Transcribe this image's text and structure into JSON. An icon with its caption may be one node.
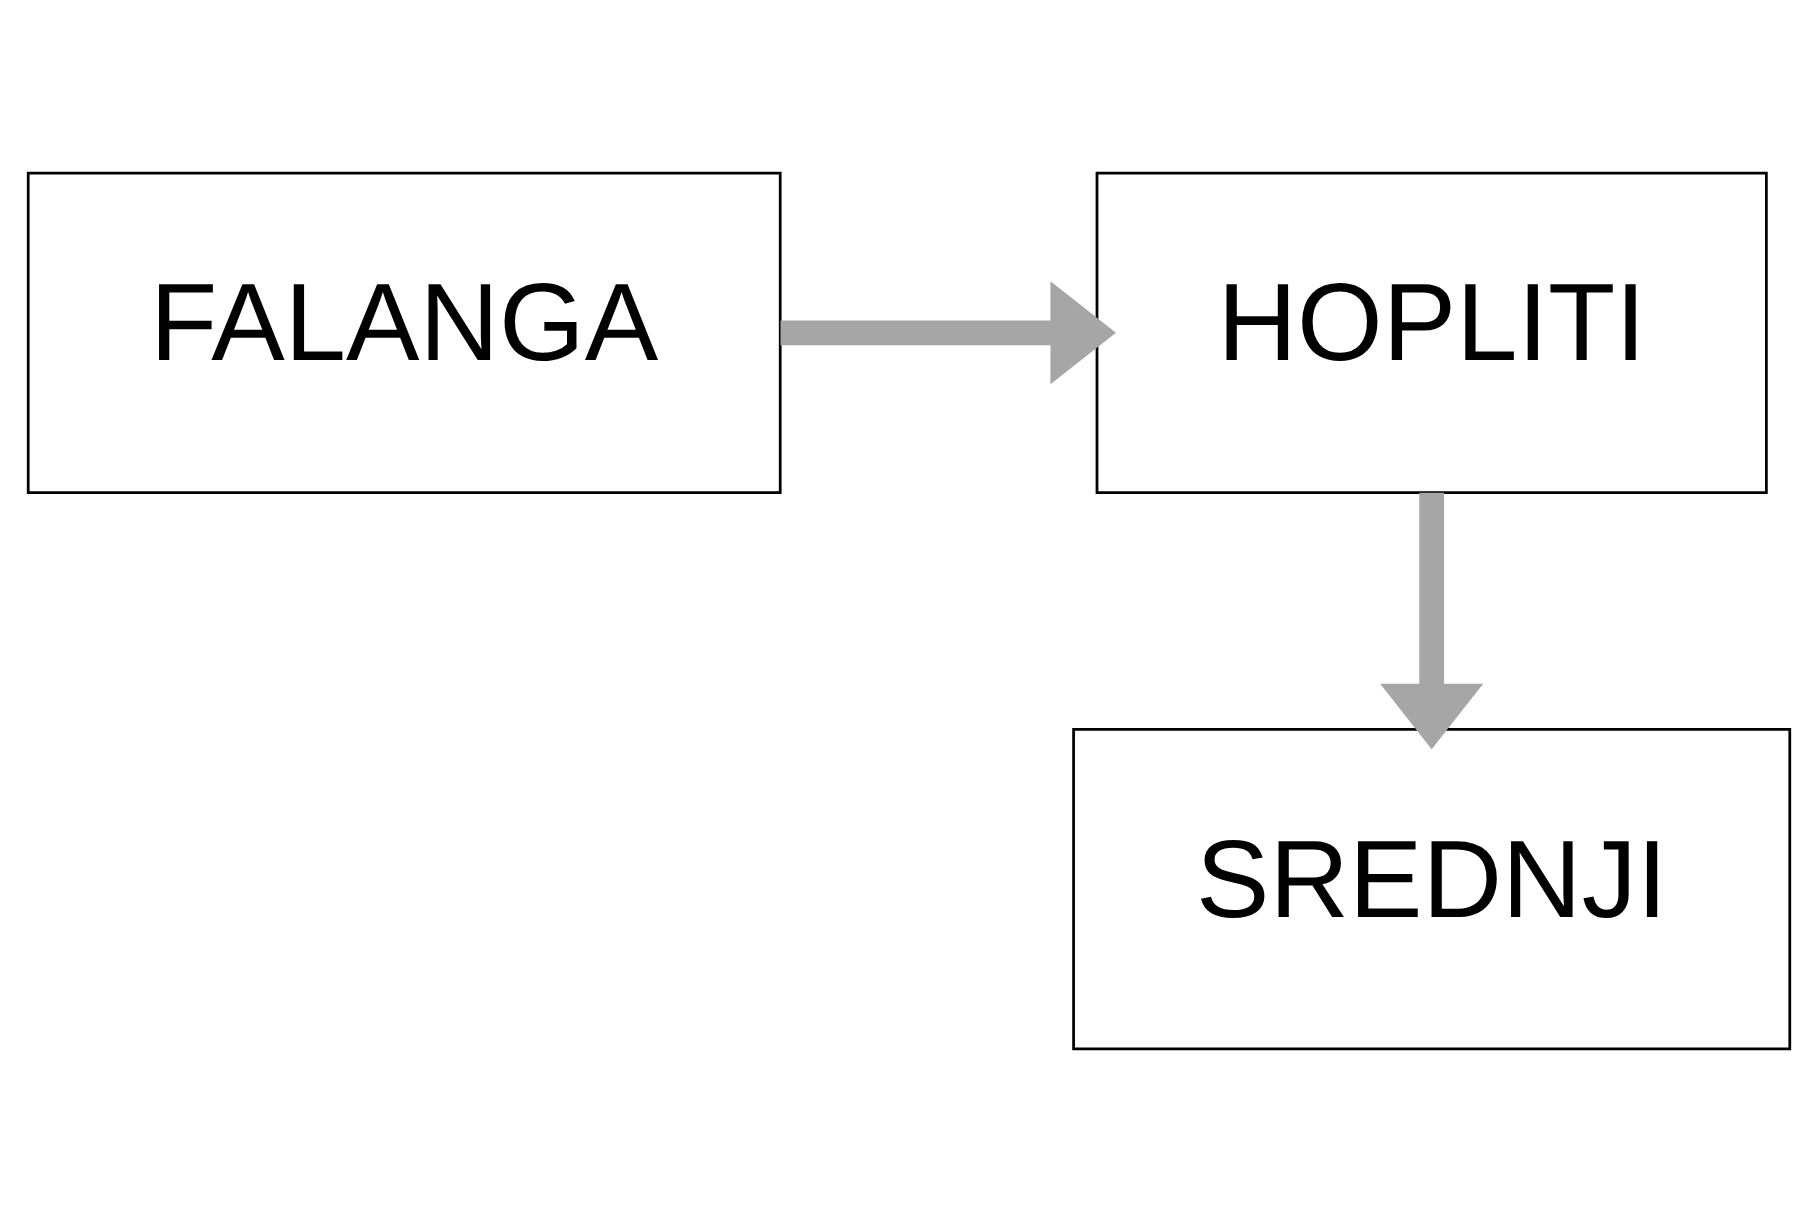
{
  "diagram": {
    "nodes": [
      {
        "text": [
          "FALANGA"
        ]
      },
      {
        "text": [
          "HOPLITI"
        ]
      },
      {
        "text": [
          "SREDNJI"
        ]
      }
    ],
    "edges": [
      {
        "from": 0,
        "to": 1,
        "arrow": "to"
      },
      {
        "from": 1,
        "to": 2,
        "arrow": "to"
      }
    ]
  }
}
